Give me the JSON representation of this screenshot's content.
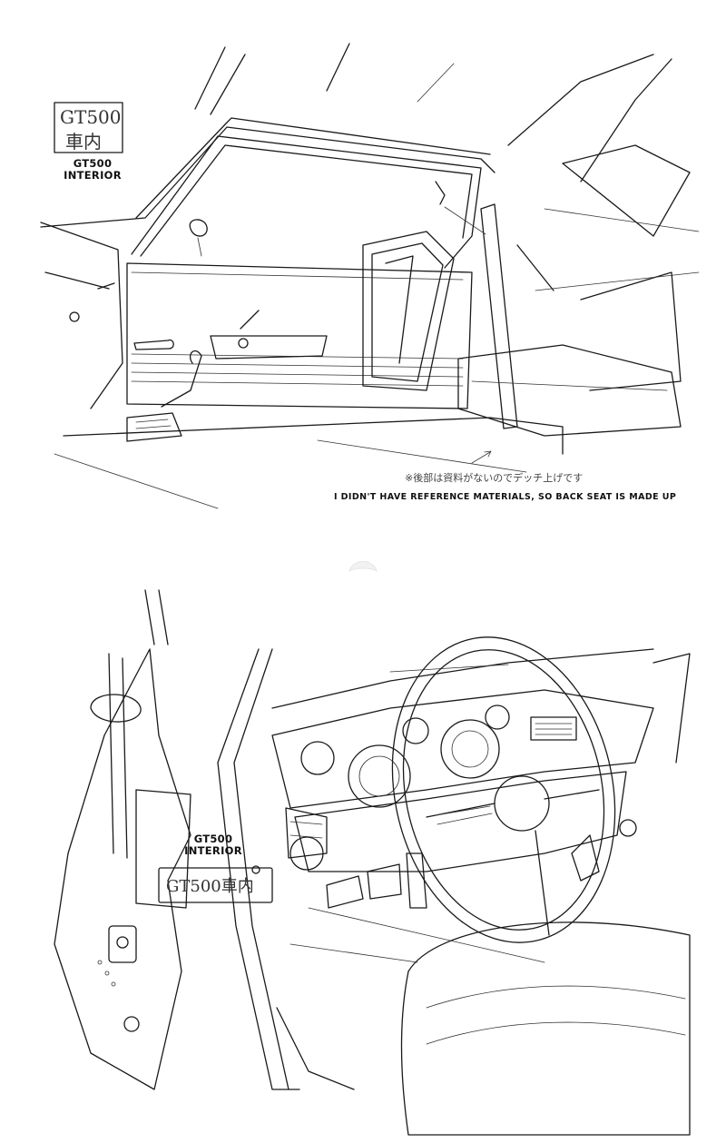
{
  "top_panel": {
    "handwritten_label_line1": "GT500",
    "handwritten_label_line2": "車内",
    "caption_line1": "GT500",
    "caption_line2": "INTERIOR",
    "japanese_note": "※後部は資料がないのでデッチ上げです",
    "translation_note": "I DIDN'T HAVE REFERENCE MATERIALS, SO BACK SEAT IS MADE UP"
  },
  "bottom_panel": {
    "caption_line1": "GT500",
    "caption_line2": "INTERIOR",
    "handwritten_label": "GT500車内"
  }
}
